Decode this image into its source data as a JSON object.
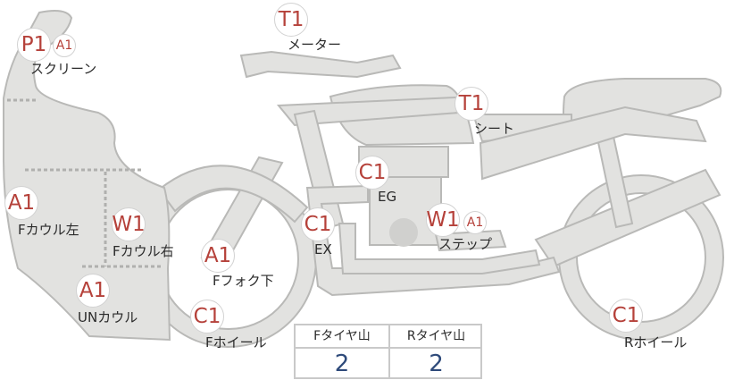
{
  "parts": {
    "screen": {
      "badge": "P1",
      "badge2": "A1",
      "label": "スクリーン"
    },
    "meter": {
      "badge": "T1",
      "label": "メーター"
    },
    "seat": {
      "badge": "T1",
      "label": "シート"
    },
    "engine": {
      "badge": "C1",
      "label": "EG"
    },
    "exhaust": {
      "badge": "C1",
      "label": "EX"
    },
    "step": {
      "badge": "W1",
      "badge2": "A1",
      "label": "ステップ"
    },
    "fcowl_left": {
      "badge": "A1",
      "label": "Fカウル左"
    },
    "fcowl_right": {
      "badge": "W1",
      "label": "Fカウル右"
    },
    "ffork_lower": {
      "badge": "A1",
      "label": "Fフォク下"
    },
    "un_cowl": {
      "badge": "A1",
      "label": "UNカウル"
    },
    "f_wheel": {
      "badge": "C1",
      "label": "Fホイール"
    },
    "r_wheel": {
      "badge": "C1",
      "label": "Rホイール"
    }
  },
  "tire_table": {
    "front_header": "Fタイヤ山",
    "rear_header": "Rタイヤ山",
    "front_value": "2",
    "rear_value": "2"
  },
  "colors": {
    "body_fill": "#e2e2e0",
    "body_stroke": "#b9b9b7",
    "badge_text": "#b5413a",
    "value_text": "#2e4a7a"
  }
}
